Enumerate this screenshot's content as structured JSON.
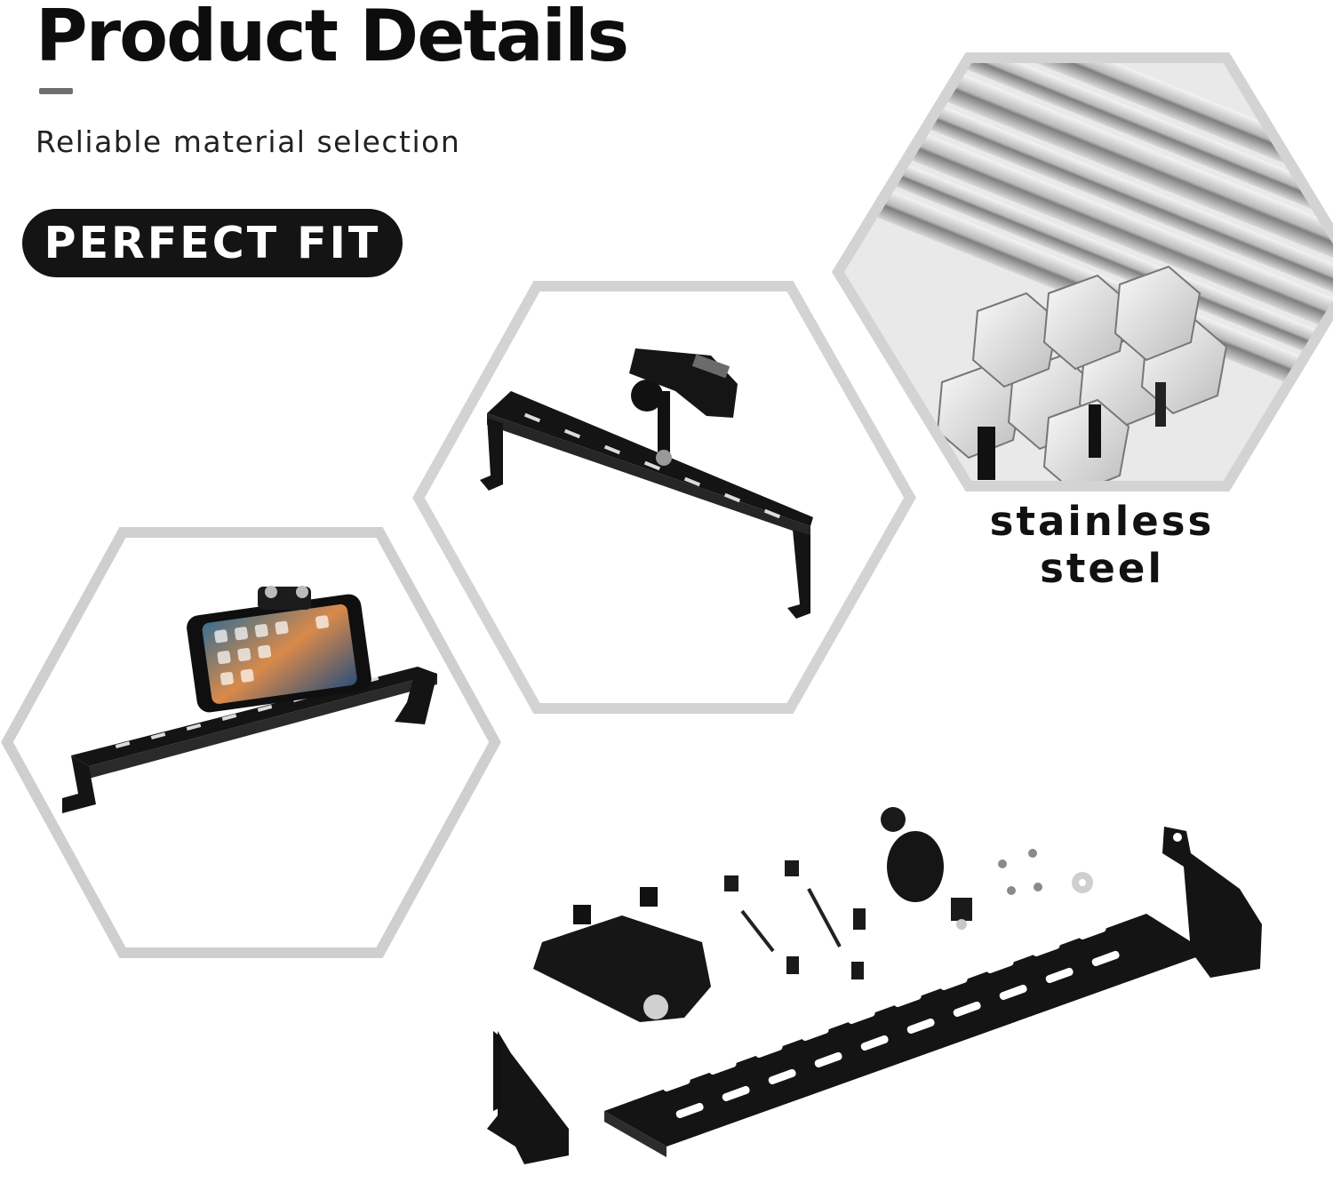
{
  "header": {
    "title": "Product Details",
    "subtitle": "Reliable material selection",
    "badge": "PERFECT FIT"
  },
  "material": {
    "caption": "stainless steel"
  },
  "colors": {
    "frame": "#cfcfcf",
    "bracket": "#151515",
    "steel_light": "#e6e6e6",
    "steel_dark": "#8a8a8a",
    "badge_bg": "#141414"
  }
}
